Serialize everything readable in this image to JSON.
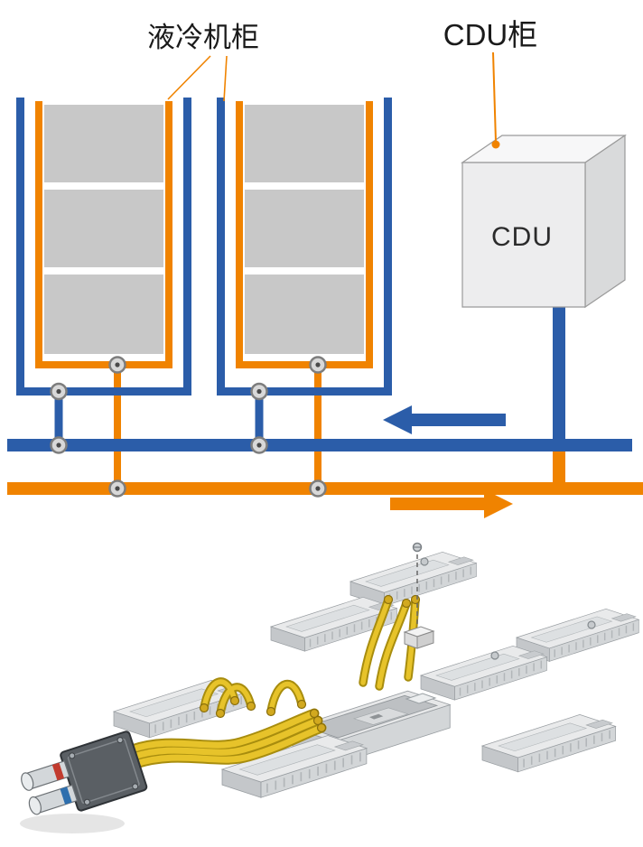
{
  "page": {
    "background": "#ffffff"
  },
  "schematic": {
    "cabinet_callout": "液冷机柜",
    "cdu_callout": "CDU柜",
    "cdu_box_label": "CDU",
    "cabinet_count": 2,
    "racks_per_cabinet": 3,
    "valve_count": 8,
    "flow": {
      "return_direction": "left",
      "supply_direction": "right"
    },
    "colors": {
      "supply_orange": "#f08300",
      "return_blue": "#2b5da9",
      "rack_gray": "#c8c8c8",
      "cdu_face": "#ededee",
      "cdu_top": "#f7f7f8",
      "cdu_side": "#d9dadb"
    }
  },
  "illustration": {
    "name": "liquid-cooled-server-modules-with-coolant-tubes-and-quick-connector",
    "board_count": 7,
    "colors": {
      "tube_yellow": "#e7c32a",
      "board_gray": "#e9eaeb",
      "connector_plate": "#5a5f64",
      "port_band_red": "#c23b2e",
      "port_band_blue": "#2e6fae"
    }
  }
}
